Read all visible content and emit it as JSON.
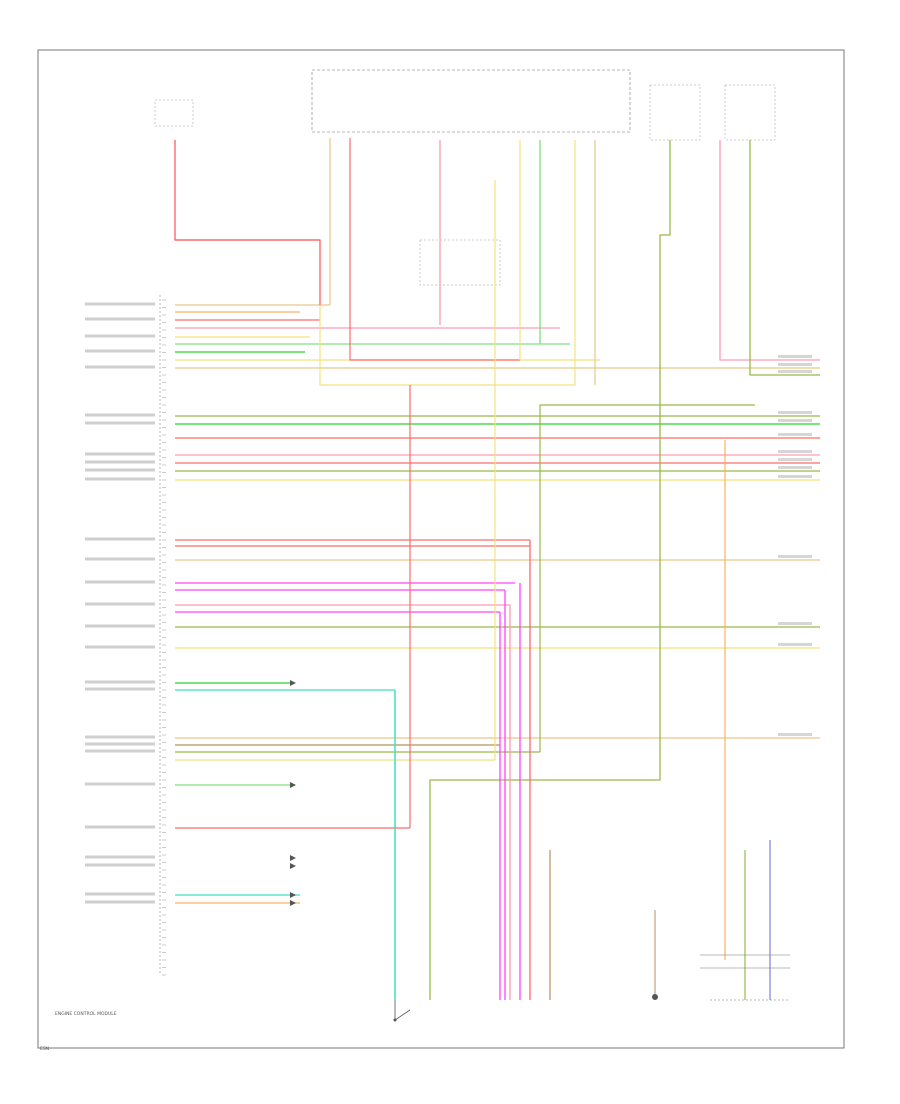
{
  "diagram": {
    "footer_label": "ENGINE CONTROL MODULE",
    "page_code": "ESN"
  },
  "colors": {
    "wire_red": "#ff6a6a",
    "wire_pink": "#ff9ab4",
    "wire_magenta": "#ff44ff",
    "wire_green": "#7fe07f",
    "wire_bright_green": "#2ad42a",
    "wire_olive": "#9ab94a",
    "wire_yellow": "#f4e27a",
    "wire_tan": "#e6c88a",
    "wire_orange": "#ffb060",
    "wire_cyan": "#3ee0c0",
    "wire_blue": "#8080e0",
    "wire_brown": "#b89060",
    "outline": "#555555"
  },
  "icons": {
    "connector_icon": "arrowhead",
    "switch_icon": "switch",
    "ground_icon": "ground"
  }
}
